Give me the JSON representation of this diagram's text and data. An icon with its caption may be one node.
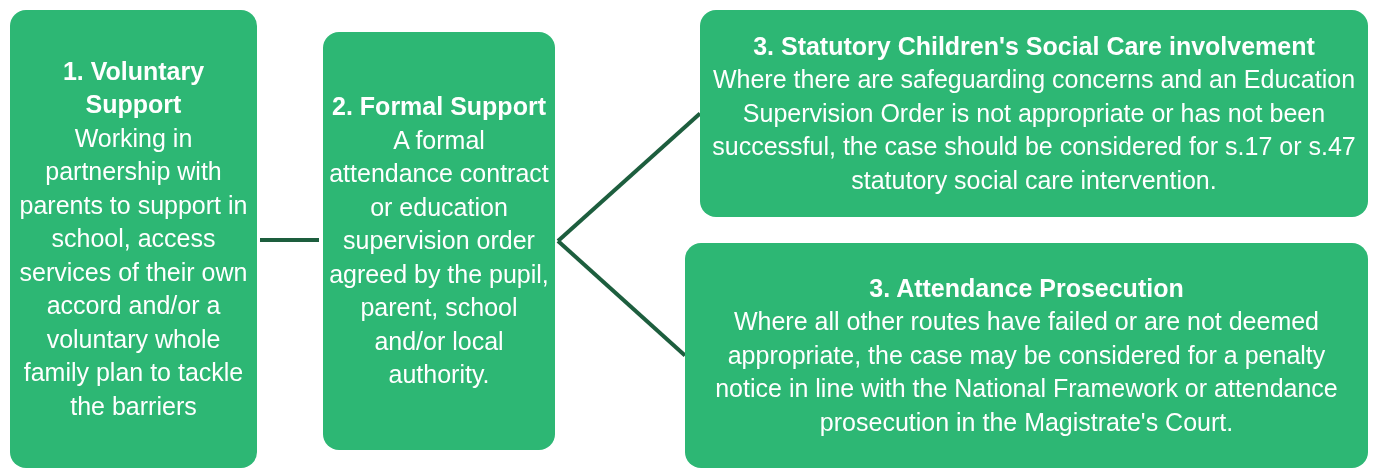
{
  "diagram": {
    "nodes": [
      {
        "text": [
          "1. Voluntary Support",
          "Working in partnership with parents to support in school, access services of their own accord and/or a voluntary whole family plan to tackle the barriers"
        ]
      },
      {
        "text": [
          "2. Formal Support",
          "A formal attendance contract or education supervision order agreed by the pupil, parent, school and/or local authority."
        ]
      },
      {
        "text": [
          "3. Statutory Children's Social Care involvement",
          "Where there are safeguarding concerns and an Education Supervision Order is not appropriate or has not been successful, the case should be considered for s.17 or s.47 statutory social care intervention."
        ]
      },
      {
        "text": [
          "3. Attendance Prosecution",
          "Where all other routes have failed or are not deemed appropriate, the case may be considered for a penalty notice in line with the National Framework or attendance prosecution in the Magistrate's Court."
        ]
      }
    ],
    "edges": [
      {
        "from": 0,
        "to": 1,
        "arrow": "none"
      },
      {
        "from": 1,
        "to": 2,
        "arrow": "none"
      },
      {
        "from": 1,
        "to": 3,
        "arrow": "none"
      }
    ]
  }
}
